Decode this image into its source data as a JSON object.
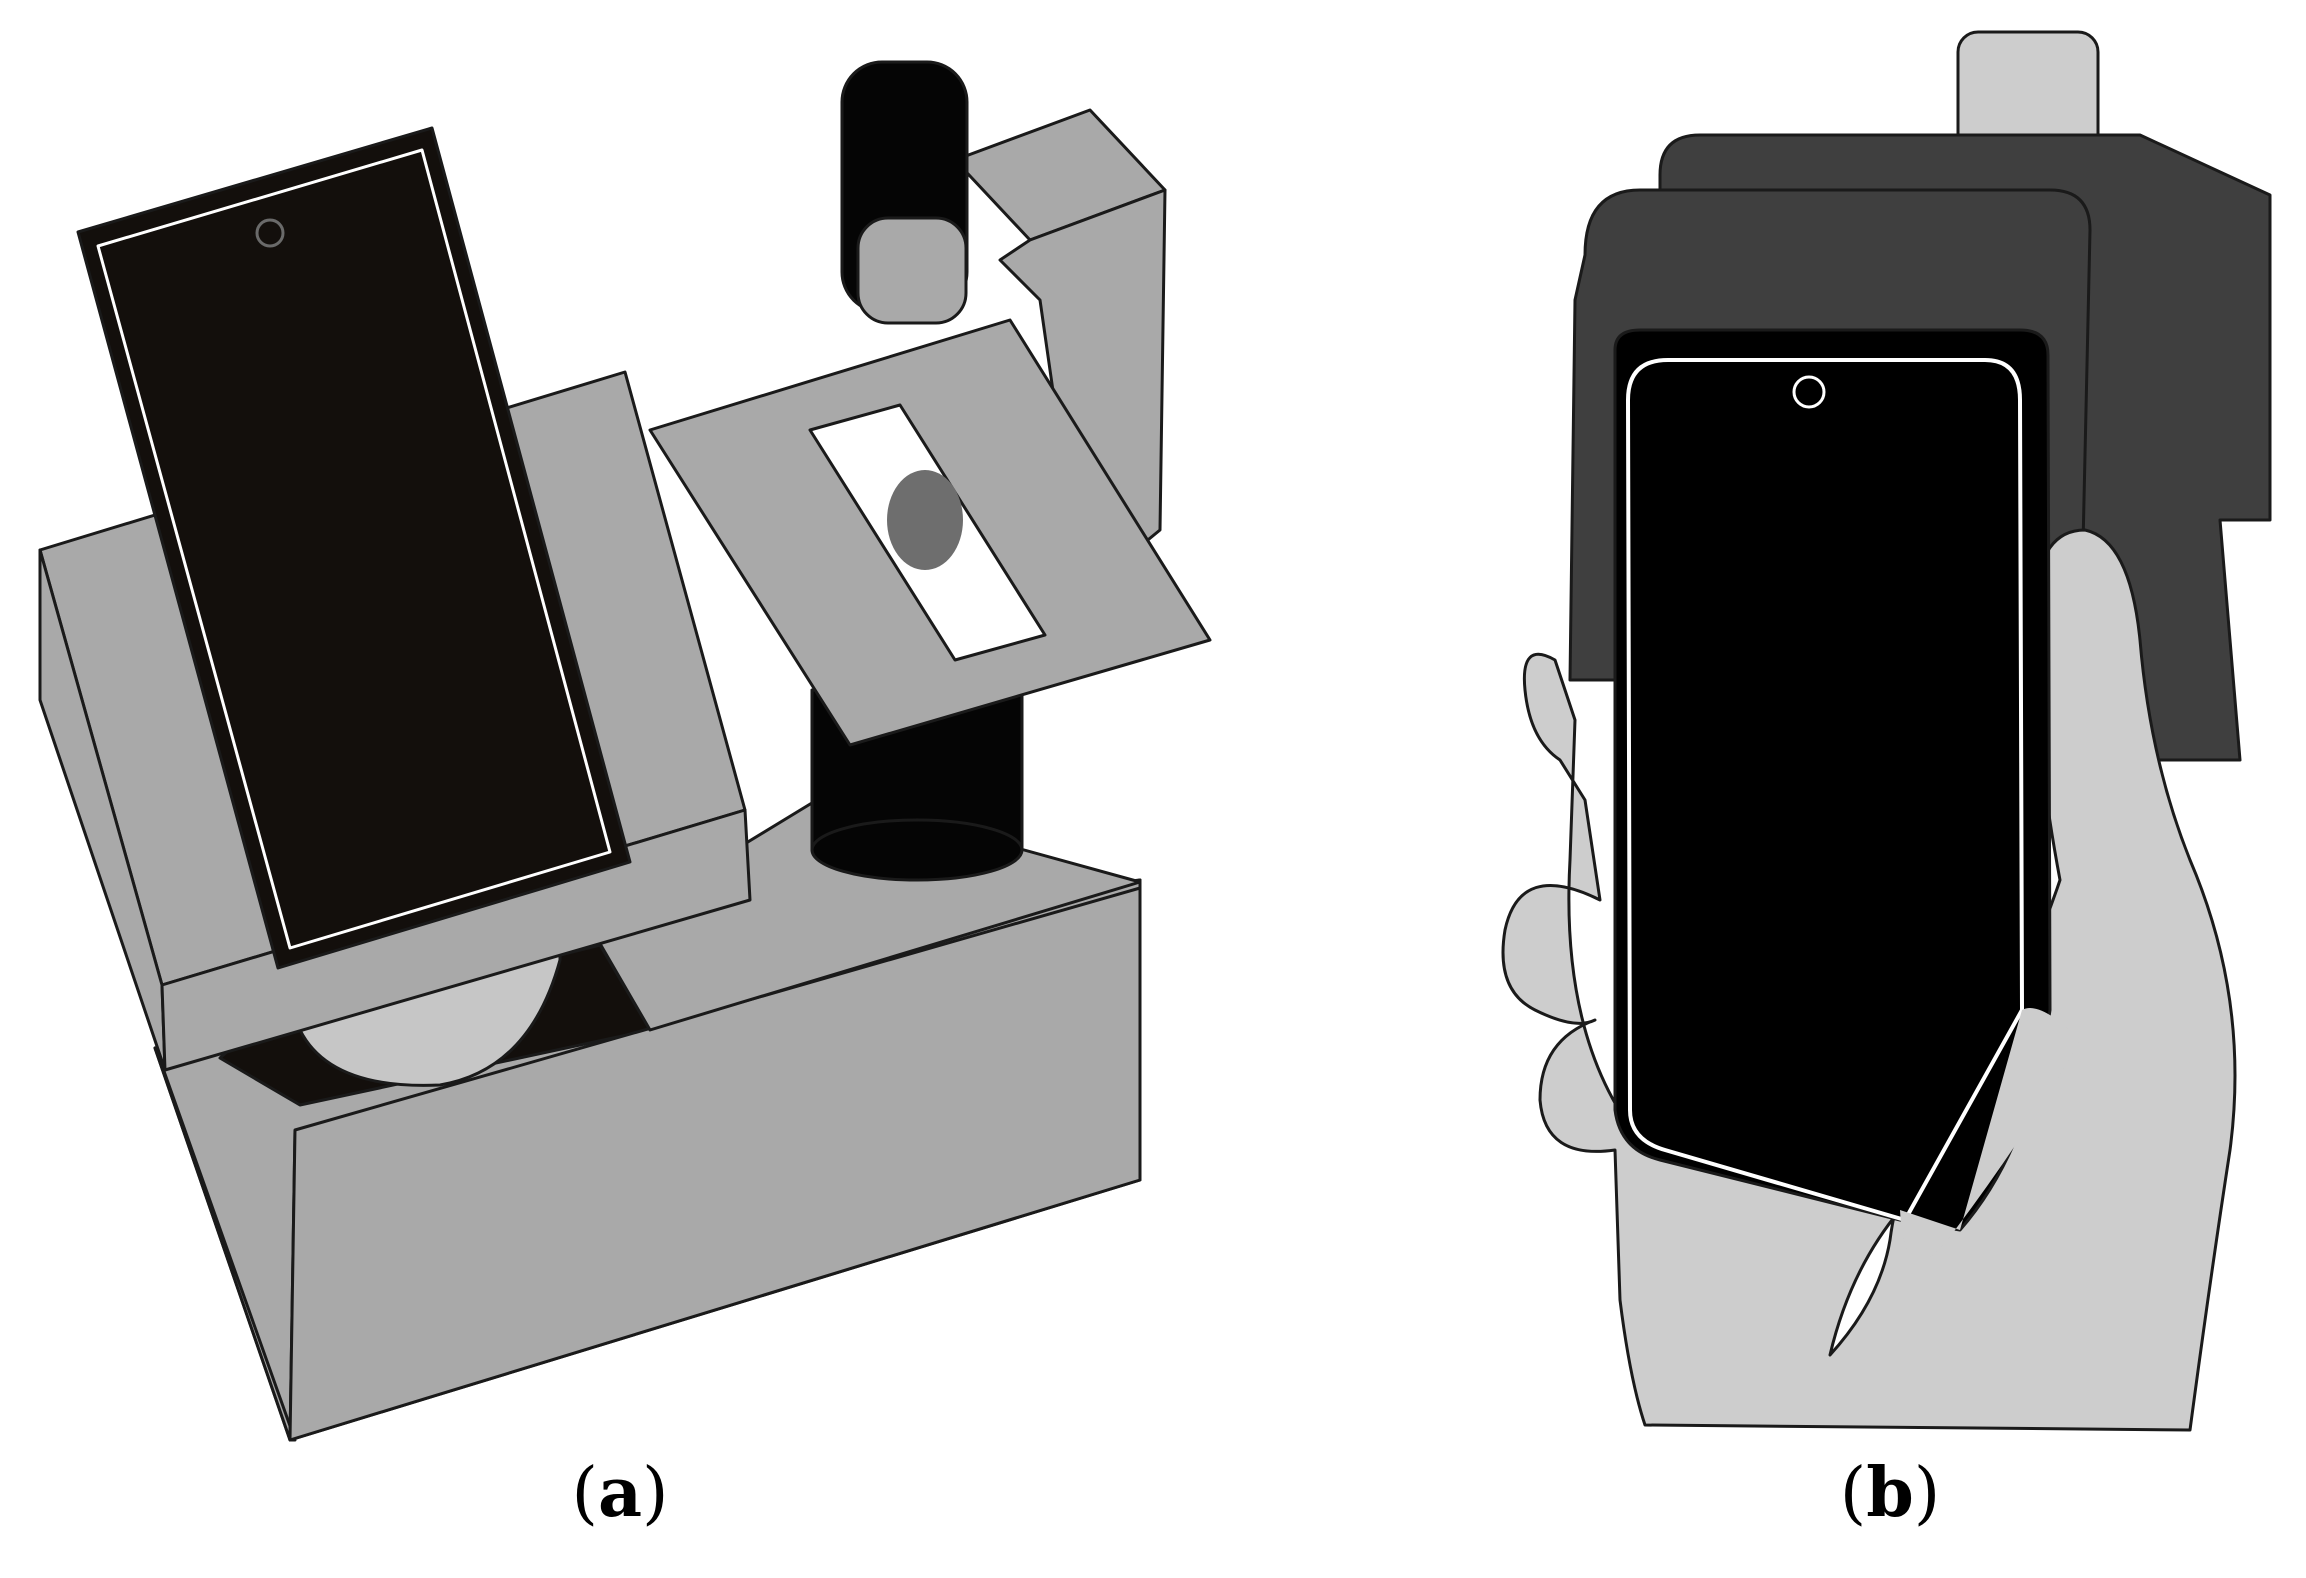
{
  "panels": [
    {
      "id": "a",
      "caption": {
        "open": "(",
        "letter": "a",
        "close": ")"
      }
    },
    {
      "id": "b",
      "caption": {
        "open": "(",
        "letter": "b",
        "close": ")"
      }
    }
  ],
  "colors": {
    "outline": "#1a1a1a",
    "housing_light": "#a9a9a9",
    "housing_dark": "#3f3f3f",
    "phone_screen": "#000000",
    "phone_bezel_line": "#ffffff",
    "lens": "#050505",
    "sample_spot": "#6e6e6e",
    "slide": "#ffffff",
    "hand": "#cdcdcd",
    "cavity": "#130f0c"
  },
  "icons": {
    "phone": "smartphone-icon",
    "microscope": "microscope-icon",
    "hand": "hand-icon",
    "camera": "front-camera-icon"
  }
}
